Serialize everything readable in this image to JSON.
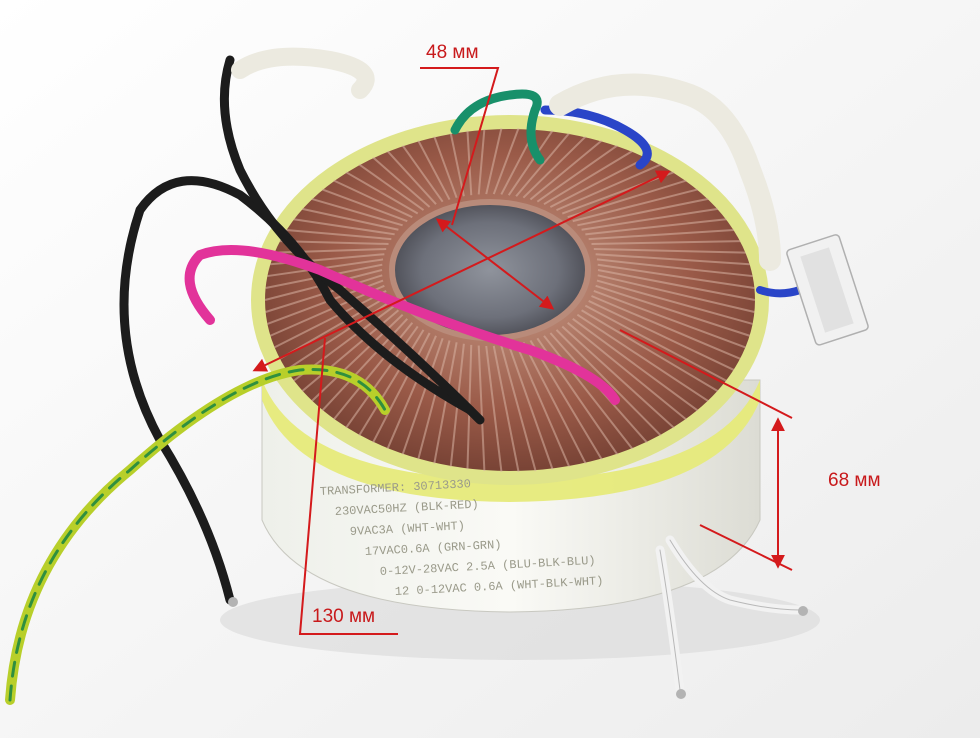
{
  "dimensions": {
    "inner_diameter": "48 мм",
    "height": "68 мм",
    "outer_diameter": "130 мм"
  },
  "label_lines": [
    "TRANSFORMER: 30713330",
    "230VAC50HZ (BLK-RED)",
    "9VAC3A (WHT-WHT)",
    "17VAC0.6A (GRN-GRN)",
    "0-12V-28VAC 2.5A (BLU-BLK-BLU)",
    "12 0-12VAC 0.6A (WHT-BLK-WHT)"
  ],
  "colors": {
    "annotation": "#d41a1c",
    "insulation_tape": "#e6ea7a",
    "copper_winding": "#9a5a48",
    "wire_pink": "#e2339a",
    "wire_black": "#1c1c1c",
    "wire_green": "#18906a",
    "wire_blue": "#2a45c8",
    "wire_yellow_green": "#b8cf2a",
    "wire_white": "#f2f2f2"
  }
}
